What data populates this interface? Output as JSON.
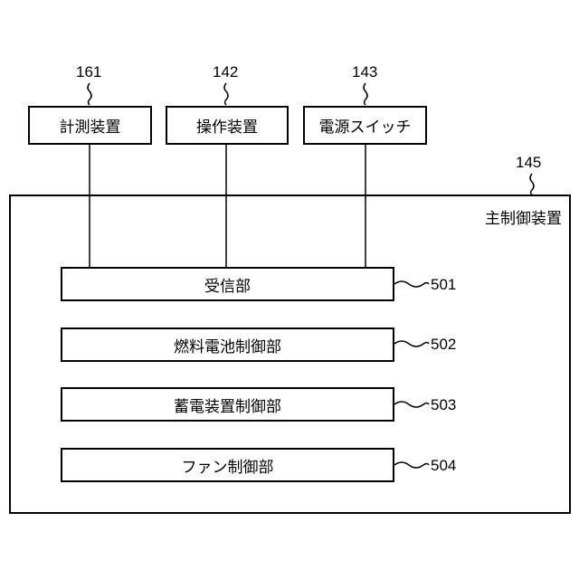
{
  "inputs": [
    {
      "ref": "161",
      "label": "計測装置"
    },
    {
      "ref": "142",
      "label": "操作装置"
    },
    {
      "ref": "143",
      "label": "電源スイッチ"
    }
  ],
  "main": {
    "ref": "145",
    "label": "主制御装置"
  },
  "units": [
    {
      "ref": "501",
      "label": "受信部"
    },
    {
      "ref": "502",
      "label": "燃料電池制御部"
    },
    {
      "ref": "503",
      "label": "蓄電装置制御部"
    },
    {
      "ref": "504",
      "label": "ファン制御部"
    }
  ]
}
